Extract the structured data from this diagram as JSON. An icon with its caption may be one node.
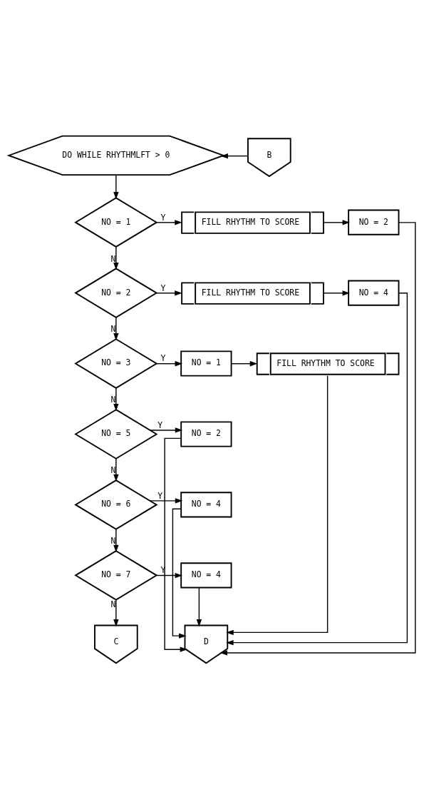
{
  "diagram": {
    "nodes": [
      {
        "text": [
          "DO WHILE RHYTHMLFT > 0"
        ]
      },
      {
        "text": [
          "B"
        ]
      },
      {
        "text": [
          "NO = 1"
        ]
      },
      {
        "text": [
          "FILL RHYTHM TO SCORE"
        ]
      },
      {
        "text": [
          "NO = 2"
        ]
      },
      {
        "text": [
          "NO = 2"
        ]
      },
      {
        "text": [
          "FILL RHYTHM TO SCORE"
        ]
      },
      {
        "text": [
          "NO = 4"
        ]
      },
      {
        "text": [
          "NO = 3"
        ]
      },
      {
        "text": [
          "NO = 1"
        ]
      },
      {
        "text": [
          "FILL RHYTHM TO SCORE"
        ]
      },
      {
        "text": [
          "NO = 5"
        ]
      },
      {
        "text": [
          "NO = 2"
        ]
      },
      {
        "text": [
          "NO = 6"
        ]
      },
      {
        "text": [
          "NO = 4"
        ]
      },
      {
        "text": [
          "NO = 7"
        ]
      },
      {
        "text": [
          "NO = 4"
        ]
      },
      {
        "text": [
          "C"
        ]
      },
      {
        "text": [
          "D"
        ]
      }
    ],
    "edges": [
      {
        "from": 1,
        "to": 0,
        "arrow": "to"
      },
      {
        "from": 0,
        "to": 2,
        "arrow": "to"
      },
      {
        "from": 2,
        "to": 3,
        "arrow": "to",
        "label": "Y"
      },
      {
        "from": 3,
        "to": 4,
        "arrow": "to"
      },
      {
        "from": 4,
        "to": 18,
        "arrow": "to"
      },
      {
        "from": 2,
        "to": 5,
        "arrow": "to",
        "label": "N"
      },
      {
        "from": 5,
        "to": 6,
        "arrow": "to",
        "label": "Y"
      },
      {
        "from": 6,
        "to": 7,
        "arrow": "to"
      },
      {
        "from": 7,
        "to": 18,
        "arrow": "to"
      },
      {
        "from": 5,
        "to": 8,
        "arrow": "to",
        "label": "N"
      },
      {
        "from": 8,
        "to": 9,
        "arrow": "to",
        "label": "Y"
      },
      {
        "from": 9,
        "to": 10,
        "arrow": "to"
      },
      {
        "from": 10,
        "to": 18,
        "arrow": "to"
      },
      {
        "from": 8,
        "to": 11,
        "arrow": "to",
        "label": "N"
      },
      {
        "from": 11,
        "to": 12,
        "arrow": "to",
        "label": "Y"
      },
      {
        "from": 12,
        "to": 18,
        "arrow": "to"
      },
      {
        "from": 11,
        "to": 13,
        "arrow": "to",
        "label": "N"
      },
      {
        "from": 13,
        "to": 14,
        "arrow": "to",
        "label": "Y"
      },
      {
        "from": 14,
        "to": 18,
        "arrow": "to"
      },
      {
        "from": 13,
        "to": 15,
        "arrow": "to",
        "label": "N"
      },
      {
        "from": 15,
        "to": 16,
        "arrow": "to",
        "label": "Y"
      },
      {
        "from": 16,
        "to": 18,
        "arrow": "to"
      },
      {
        "from": 15,
        "to": 17,
        "arrow": "to",
        "label": "N"
      }
    ]
  }
}
